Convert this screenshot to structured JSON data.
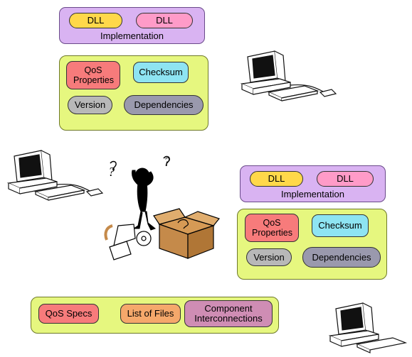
{
  "block_top": {
    "dll_left": "DLL",
    "dll_right": "DLL",
    "implementation": "Implementation",
    "qos_properties": "QoS Properties",
    "checksum": "Checksum",
    "version": "Version",
    "dependencies": "Dependencies"
  },
  "block_right": {
    "dll_left": "DLL",
    "dll_right": "DLL",
    "implementation": "Implementation",
    "qos_properties": "QoS Properties",
    "checksum": "Checksum",
    "version": "Version",
    "dependencies": "Dependencies"
  },
  "bottom_bar": {
    "qos_specs": "QoS Specs",
    "list_of_files": "List of Files",
    "component_interconnections": "Component Interconnections"
  },
  "colors": {
    "implementation_bg": "#d9b3f2",
    "dll_yellow": "#ffd84a",
    "dll_pink": "#ff9bc8",
    "panel_green": "#e6f77f",
    "qos_red": "#f77b7b",
    "checksum_cyan": "#8ee4f2",
    "version_gray": "#b8b8b8",
    "dependencies_gray": "#9a99ad",
    "list_orange": "#f5a86b",
    "interconnect_mauve": "#cf8db4"
  },
  "icons": [
    "computer-icon",
    "confused-person-icon",
    "cardboard-box-icon"
  ]
}
